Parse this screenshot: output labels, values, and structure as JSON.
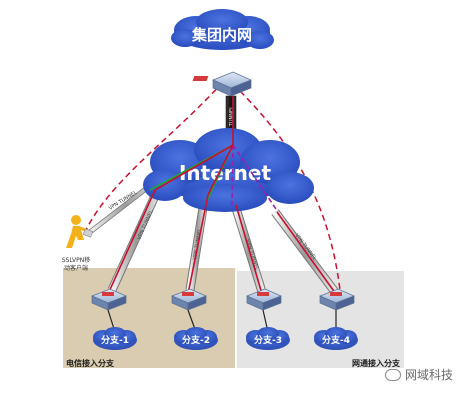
{
  "clouds": {
    "corp_network": "集团内网",
    "internet": "Internet"
  },
  "tunnel_label": "VPN TUNNEL",
  "remote_user": {
    "label_line1": "SSLVPN移",
    "label_line2": "动客户端"
  },
  "branches": [
    {
      "label": "分支-1"
    },
    {
      "label": "分支-2"
    },
    {
      "label": "分支-3"
    },
    {
      "label": "分支-4"
    }
  ],
  "zones": {
    "telecom": "电信接入分支",
    "netcom": "网通接入分支"
  },
  "watermark": "网域科技",
  "colors": {
    "cloud": "#2f55c9",
    "cloud_light": "#4d73e0",
    "telecom_zone": "#d9ccb0",
    "netcom_zone": "#e4e4e4",
    "red_link": "#c8102e",
    "green_link": "#1aa83a",
    "purple_link": "#9b1fb0"
  }
}
